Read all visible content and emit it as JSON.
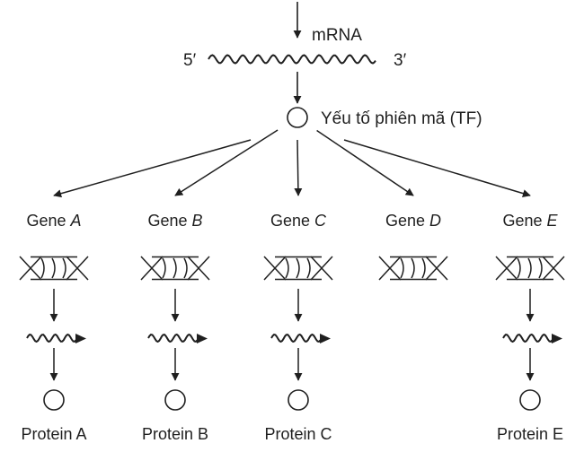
{
  "mrna": {
    "label": "mRNA",
    "five_prime": "5′",
    "three_prime": "3′"
  },
  "tf": {
    "label": "Yếu tố phiên mã (TF)"
  },
  "genes": [
    {
      "prefix": "Gene",
      "letter": "A",
      "protein": "Protein A",
      "expressed": true
    },
    {
      "prefix": "Gene",
      "letter": "B",
      "protein": "Protein B",
      "expressed": true
    },
    {
      "prefix": "Gene",
      "letter": "C",
      "protein": "Protein C",
      "expressed": true
    },
    {
      "prefix": "Gene",
      "letter": "D",
      "protein": "",
      "expressed": false
    },
    {
      "prefix": "Gene",
      "letter": "E",
      "protein": "Protein E",
      "expressed": true
    }
  ]
}
